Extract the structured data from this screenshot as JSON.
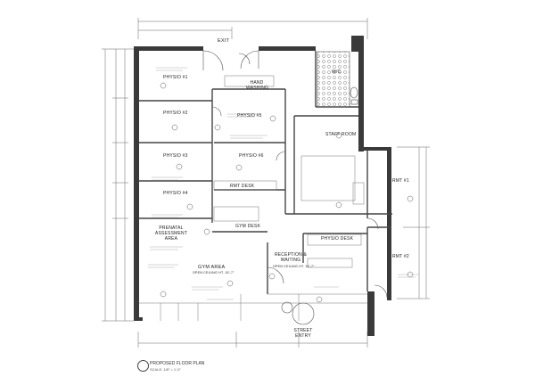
{
  "rooms": {
    "exit": "EXIT",
    "physio1": "PHYSIO #1",
    "physio2": "PHYSIO #2",
    "physio3": "PHYSIO #3",
    "physio4": "PHYSIO #4",
    "physio5": "PHYSIO #5",
    "physio6": "PHYSIO #6",
    "hand_sink": "HAND\nWASHING",
    "staff_room": "STAFF ROOM",
    "wc": "W/C",
    "rmt1": "RMT #1",
    "rmt2": "RMT #2",
    "rmt_desk": "RMT DESK",
    "gym_desk": "GYM DESK",
    "physio_desk": "PHYSIO DESK",
    "prenatal": "PRENATAL\nASSESSMENT\nAREA",
    "gym_area": "GYM AREA",
    "gym_ceiling": "OPEN CEILING HT. 15'-7\"",
    "reception": "RECEPTION &\nWAITING",
    "reception_ceiling": "OPEN CEILING HT. 15'-7\"",
    "street_entry": "STREET\nENTRY"
  },
  "drawing": {
    "title": "PROPOSED FLOOR PLAN",
    "scale": "SCALE: 1/8\" = 1'-0\""
  },
  "colors": {
    "wall": "#3a3a3a",
    "line": "#555555",
    "hatch": "#888888"
  }
}
